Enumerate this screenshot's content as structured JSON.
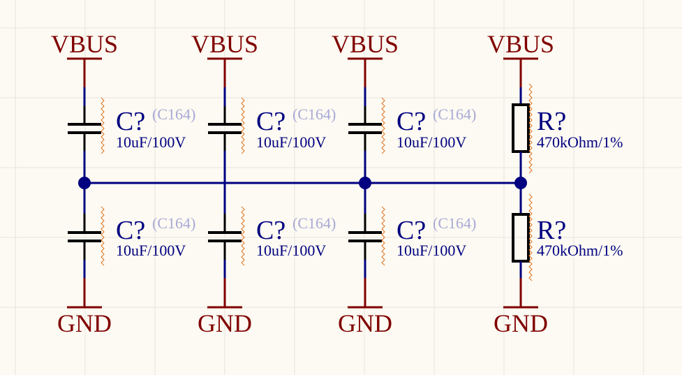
{
  "schematic": {
    "power_net": "VBUS",
    "ground_net": "GND",
    "colors": {
      "background": "#fcfaf2",
      "grid": "#e6e4dc",
      "power": "#800000",
      "wire": "#000080",
      "component": "#000000",
      "pin": "#000080",
      "comment": "#a9a9d6",
      "squiggle": "#e07020"
    },
    "columns": [
      {
        "vbus_label": "VBUS",
        "gnd_label": "GND",
        "top": {
          "kind": "capacitor",
          "designator": "C?",
          "comment": "(C164)",
          "value": "10uF/100V"
        },
        "bottom": {
          "kind": "capacitor",
          "designator": "C?",
          "comment": "(C164)",
          "value": "10uF/100V"
        }
      },
      {
        "vbus_label": "VBUS",
        "gnd_label": "GND",
        "top": {
          "kind": "capacitor",
          "designator": "C?",
          "comment": "(C164)",
          "value": "10uF/100V"
        },
        "bottom": {
          "kind": "capacitor",
          "designator": "C?",
          "comment": "(C164)",
          "value": "10uF/100V"
        }
      },
      {
        "vbus_label": "VBUS",
        "gnd_label": "GND",
        "top": {
          "kind": "capacitor",
          "designator": "C?",
          "comment": "(C164)",
          "value": "10uF/100V"
        },
        "bottom": {
          "kind": "capacitor",
          "designator": "C?",
          "comment": "(C164)",
          "value": "10uF/100V"
        }
      },
      {
        "vbus_label": "VBUS",
        "gnd_label": "GND",
        "top": {
          "kind": "resistor",
          "designator": "R?",
          "comment": "",
          "value": "470kOhm/1%"
        },
        "bottom": {
          "kind": "resistor",
          "designator": "R?",
          "comment": "",
          "value": "470kOhm/1%"
        }
      }
    ]
  }
}
